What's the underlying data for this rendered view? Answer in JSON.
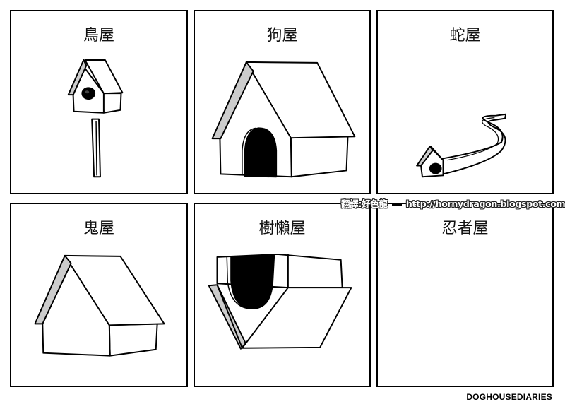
{
  "comic": {
    "panels": [
      {
        "title": "鳥屋",
        "subject": "bird-house",
        "meaning": "Birdhouse"
      },
      {
        "title": "狗屋",
        "subject": "dog-house",
        "meaning": "Doghouse"
      },
      {
        "title": "蛇屋",
        "subject": "snake-house",
        "meaning": "Snake house"
      },
      {
        "title": "鬼屋",
        "subject": "ghost-house",
        "meaning": "Ghost house (empty house)"
      },
      {
        "title": "樹懶屋",
        "subject": "sloth-house",
        "meaning": "Sloth house (upside down)"
      },
      {
        "title": "忍者屋",
        "subject": "ninja-house",
        "meaning": "Ninja house (invisible)"
      }
    ],
    "watermark": {
      "translator": "翻譯:好色龍",
      "url": "http://hornydragon.blogspot.com"
    },
    "credit": "DOGHOUSEDIARIES",
    "colors": {
      "line": "#000000",
      "roof_shade": "#cccccc",
      "background": "#ffffff"
    }
  }
}
